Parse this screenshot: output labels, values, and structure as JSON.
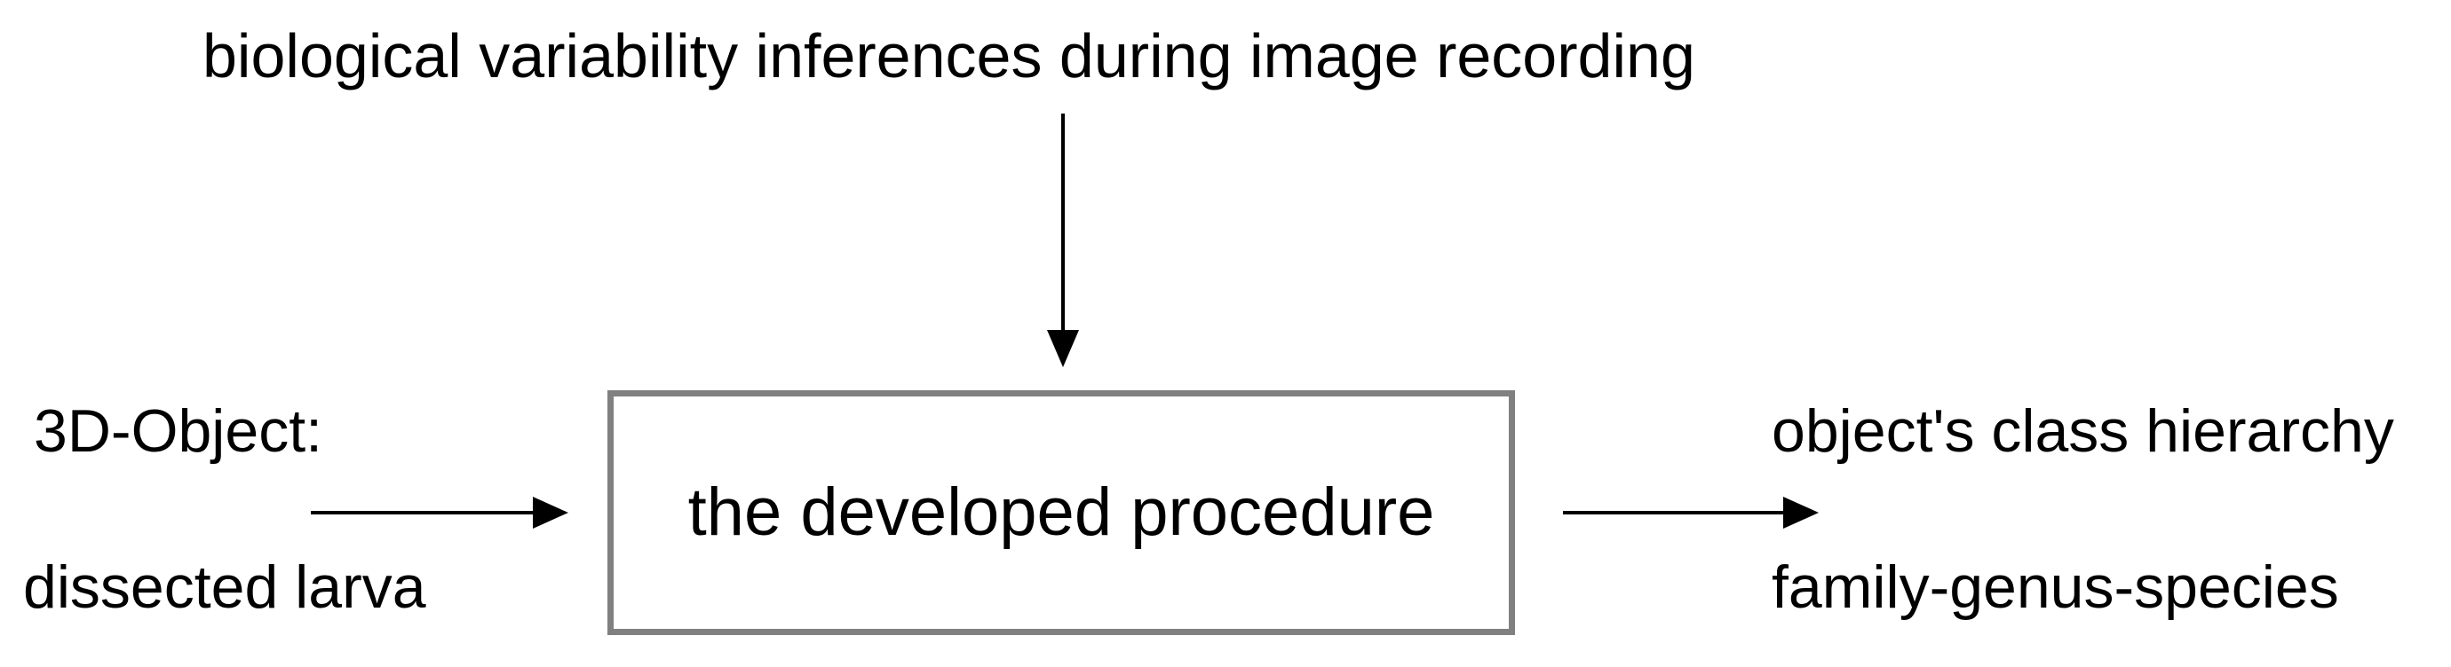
{
  "diagram": {
    "top_label": "biological variability inferences during image recording",
    "input": {
      "line1": "3D-Object:",
      "line2": "dissected larva"
    },
    "process": {
      "label": "the developed procedure",
      "border_color": "#808080"
    },
    "output": {
      "line1": "object's class hierarchy",
      "line2": "family-genus-species"
    },
    "arrow_color": "#000000"
  }
}
